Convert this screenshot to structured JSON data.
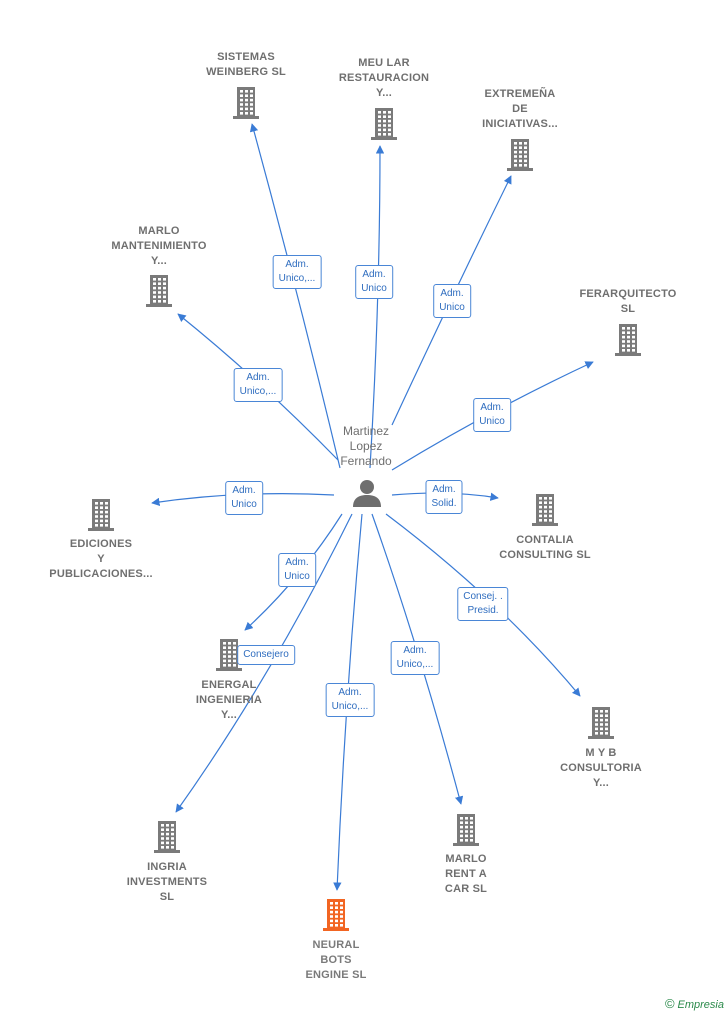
{
  "center": {
    "name": "Martinez\nLopez\nFernando",
    "icon": "person-icon"
  },
  "companies": [
    {
      "id": "sistemas",
      "name": "SISTEMAS\nWEINBERG  SL",
      "icon": "building-icon",
      "highlight": false
    },
    {
      "id": "meular",
      "name": "MEU LAR\nRESTAURACION\nY...",
      "icon": "building-icon",
      "highlight": false
    },
    {
      "id": "extremena",
      "name": "EXTREMEÑA\nDE\nINICIATIVAS...",
      "icon": "building-icon",
      "highlight": false
    },
    {
      "id": "marlomant",
      "name": "MARLO\nMANTENIMIENTO\nY...",
      "icon": "building-icon",
      "highlight": false
    },
    {
      "id": "ferarquitecto",
      "name": "FERARQUITECTO\nSL",
      "icon": "building-icon",
      "highlight": false
    },
    {
      "id": "ediciones",
      "name": "EDICIONES\nY\nPUBLICACIONES...",
      "icon": "building-icon",
      "highlight": false
    },
    {
      "id": "contalia",
      "name": "CONTALIA\nCONSULTING SL",
      "icon": "building-icon",
      "highlight": false
    },
    {
      "id": "energal",
      "name": "ENERGAL\nINGENIERIA\nY...",
      "icon": "building-icon",
      "highlight": false
    },
    {
      "id": "myb",
      "name": "M Y B\nCONSULTORIA\nY...",
      "icon": "building-icon",
      "highlight": false
    },
    {
      "id": "ingria",
      "name": "INGRIA\nINVESTMENTS\nSL",
      "icon": "building-icon",
      "highlight": false
    },
    {
      "id": "marlorent",
      "name": "MARLO\nRENT A\nCAR  SL",
      "icon": "building-icon",
      "highlight": false
    },
    {
      "id": "neural",
      "name": "NEURAL\nBOTS\nENGINE  SL",
      "icon": "building-icon",
      "highlight": true
    }
  ],
  "relations": [
    {
      "to": "sistemas",
      "label": "Adm.\nUnico,..."
    },
    {
      "to": "meular",
      "label": "Adm.\nUnico"
    },
    {
      "to": "extremena",
      "label": "Adm.\nUnico"
    },
    {
      "to": "marlomant",
      "label": "Adm.\nUnico,..."
    },
    {
      "to": "ferarquitecto",
      "label": "Adm.\nUnico"
    },
    {
      "to": "ediciones",
      "label": "Adm.\nUnico"
    },
    {
      "to": "contalia",
      "label": "Adm.\nSolid."
    },
    {
      "to": "energal",
      "label": "Adm.\nUnico"
    },
    {
      "to": "ingria",
      "label": "Consejero"
    },
    {
      "to": "myb",
      "label": "Consej. .\nPresid."
    },
    {
      "to": "marlorent",
      "label": "Adm.\nUnico,..."
    },
    {
      "to": "neural",
      "label": "Adm.\nUnico,..."
    }
  ],
  "colors": {
    "edge": "#3a7bd5",
    "building": "#7a7a7a",
    "highlight": "#f26522",
    "person": "#6e6e6e"
  },
  "brand": {
    "copyright": "©",
    "name": "Empresia"
  }
}
